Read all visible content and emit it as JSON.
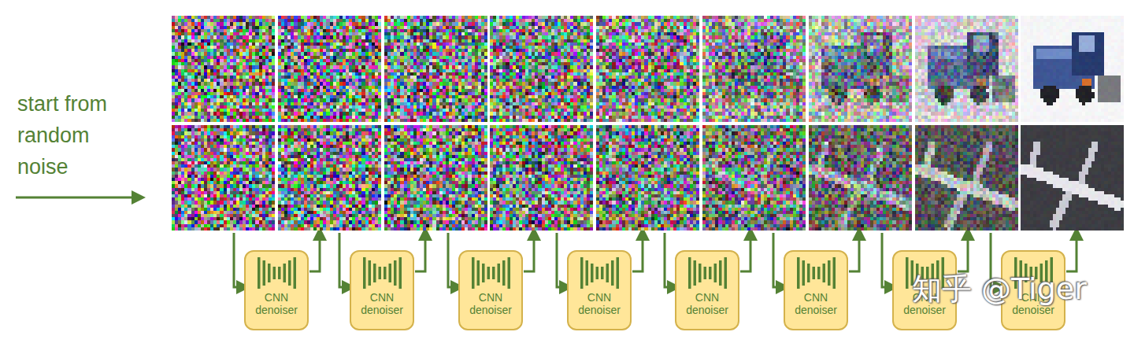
{
  "diagram": {
    "nodes": [
      {
        "text": [
          "CNN denoiser"
        ]
      },
      {
        "text": [
          "CNN denoiser"
        ]
      },
      {
        "text": [
          "CNN denoiser"
        ]
      },
      {
        "text": [
          "CNN denoiser"
        ]
      },
      {
        "text": [
          "CNN denoiser"
        ]
      },
      {
        "text": [
          "CNN denoiser"
        ]
      },
      {
        "text": [
          "CNN denoiser"
        ]
      },
      {
        "text": [
          "CNN denoiser"
        ]
      }
    ],
    "labels": [
      "start from random noise",
      "知乎 @Tiger"
    ]
  }
}
